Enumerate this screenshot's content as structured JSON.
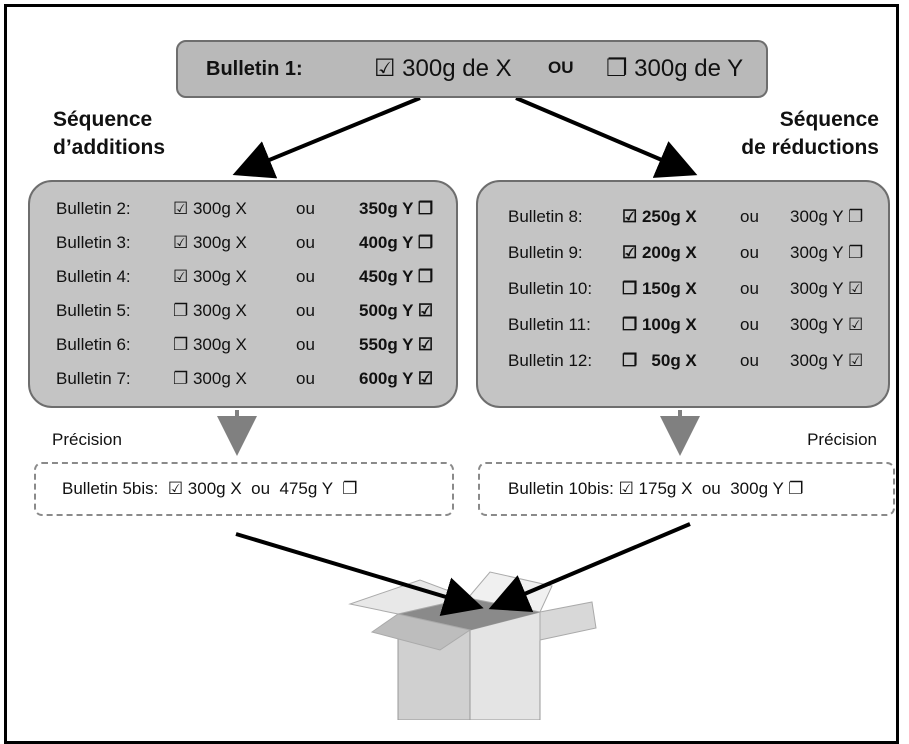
{
  "bulletin1": {
    "label": "Bulletin 1:",
    "option_a": "☑ 300g de X",
    "ou": "OU",
    "option_b": "❐ 300g de Y"
  },
  "sequences": {
    "additions": {
      "line1": "Séquence",
      "line2": "d’additions"
    },
    "reductions": {
      "line1": "Séquence",
      "line2": "de réductions"
    }
  },
  "additions_rows": [
    {
      "label": "Bulletin 2:",
      "a": "☑ 300g X",
      "ou": "ou",
      "b": "350g Y ❐"
    },
    {
      "label": "Bulletin 3:",
      "a": "☑ 300g X",
      "ou": "ou",
      "b": "400g Y ❐"
    },
    {
      "label": "Bulletin 4:",
      "a": "☑ 300g X",
      "ou": "ou",
      "b": "450g Y ❐"
    },
    {
      "label": "Bulletin 5:",
      "a": "❐ 300g X",
      "ou": "ou",
      "b": "500g Y ☑"
    },
    {
      "label": "Bulletin 6:",
      "a": "❐ 300g X",
      "ou": "ou",
      "b": "550g Y ☑"
    },
    {
      "label": "Bulletin 7:",
      "a": "❐ 300g X",
      "ou": "ou",
      "b": "600g Y ☑"
    }
  ],
  "reductions_rows": [
    {
      "label": "Bulletin 8:",
      "a": "☑ 250g X",
      "ou": "ou",
      "b": "300g Y ❐"
    },
    {
      "label": "Bulletin 9:",
      "a": "☑ 200g X",
      "ou": "ou",
      "b": "300g Y ❐"
    },
    {
      "label": "Bulletin 10:",
      "a": "❐ 150g X",
      "ou": "ou",
      "b": "300g Y ☑"
    },
    {
      "label": "Bulletin 11:",
      "a": "❐ 100g X",
      "ou": "ou",
      "b": "300g Y ☑"
    },
    {
      "label": "Bulletin 12:",
      "a": "❐   50g X",
      "ou": "ou",
      "b": "300g Y ☑"
    }
  ],
  "precision": {
    "left_label": "Précision",
    "right_label": "Précision",
    "left_box": "Bulletin 5bis:  ☑ 300g X  ou  475g Y  ❐",
    "right_box": "Bulletin 10bis: ☑ 175g X  ou  300g Y ❐"
  },
  "colors": {
    "panel": "#c4c4c4",
    "bulletin1": "#b9b9b9",
    "border": "#6e6e6e",
    "arrow": "#000000",
    "down_arrow": "#808080"
  },
  "icons": [
    "checked-box-icon",
    "empty-box-icon",
    "open-box-icon",
    "arrow-icon"
  ]
}
